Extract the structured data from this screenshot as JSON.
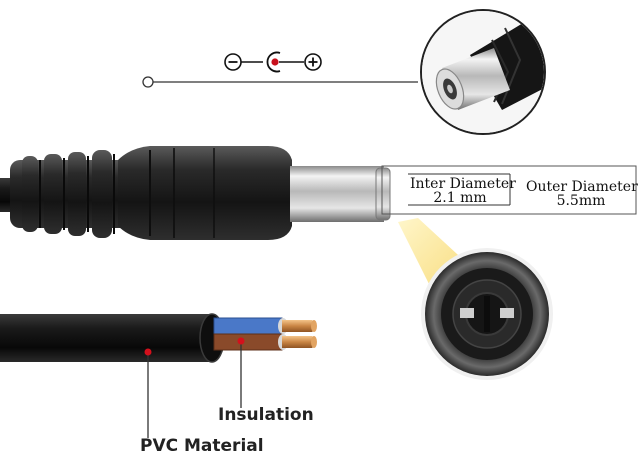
{
  "polarity": {
    "negative_symbol": "⊖",
    "positive_symbol": "⊕",
    "center_mark": "center-positive"
  },
  "connector": {
    "inner_diameter_label": "Inter Diameter",
    "inner_diameter_value": "2.1 mm",
    "outer_diameter_label": "Outer Diameter",
    "outer_diameter_value": "5.5mm"
  },
  "cable": {
    "insulation_label": "Insulation",
    "jacket_label": "PVC Material"
  },
  "colors": {
    "jacket": "#1a1a1a",
    "marker": "#d4101c",
    "copper": "#c98544",
    "blue_insulation": "#4a78c8",
    "brown_insulation": "#8a4a2a",
    "highlight": "#f7d76a"
  }
}
